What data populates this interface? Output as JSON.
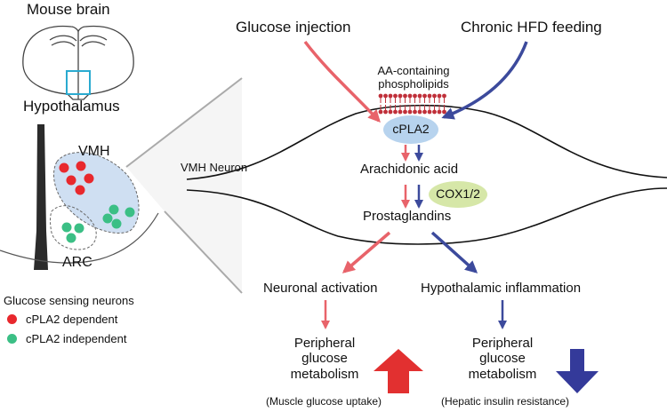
{
  "colors": {
    "glucose_arrow": "#e8636a",
    "hfd_arrow": "#3c4a9c",
    "cpla2_dependent": "#e8282d",
    "cpla2_independent": "#3bbf85",
    "cpla2_ellipse": "#b7d3ee",
    "cox_ellipse": "#d6e7a8",
    "vmh_region": "#cfdff2",
    "highlight_box": "#2aaad0",
    "phospholipid": "#c0303a",
    "increase_arrow": "#e23030",
    "decrease_arrow": "#343a9a"
  },
  "brain": {
    "title": "Mouse brain",
    "region_label": "Hypothalamus",
    "vmh_label": "VMH",
    "arc_label": "ARC"
  },
  "legend": {
    "title": "Glucose sensing neurons",
    "items": [
      {
        "label": "cPLA2 dependent",
        "color": "#e8282d"
      },
      {
        "label": "cPLA2 independent",
        "color": "#3bbf85"
      }
    ]
  },
  "neuron": {
    "label": "VMH Neuron"
  },
  "pathway": {
    "stimulus_left": "Glucose injection",
    "stimulus_right": "Chronic HFD feeding",
    "phospholipids_line1": "AA-containing",
    "phospholipids_line2": "phospholipids",
    "enzyme": "cPLA2",
    "product1": "Arachidonic acid",
    "enzyme2": "COX1/2",
    "product2": "Prostaglandins"
  },
  "outcomes": {
    "left_mechanism": "Neuronal activation",
    "right_mechanism": "Hypothalamic inflammation",
    "left_effect_line1": "Peripheral",
    "left_effect_line2": "glucose",
    "left_effect_line3": "metabolism",
    "left_note": "(Muscle glucose uptake)",
    "left_direction": "increase",
    "right_effect_line1": "Peripheral",
    "right_effect_line2": "glucose",
    "right_effect_line3": "metabolism",
    "right_note": "(Hepatic insulin resistance)",
    "right_direction": "decrease"
  }
}
